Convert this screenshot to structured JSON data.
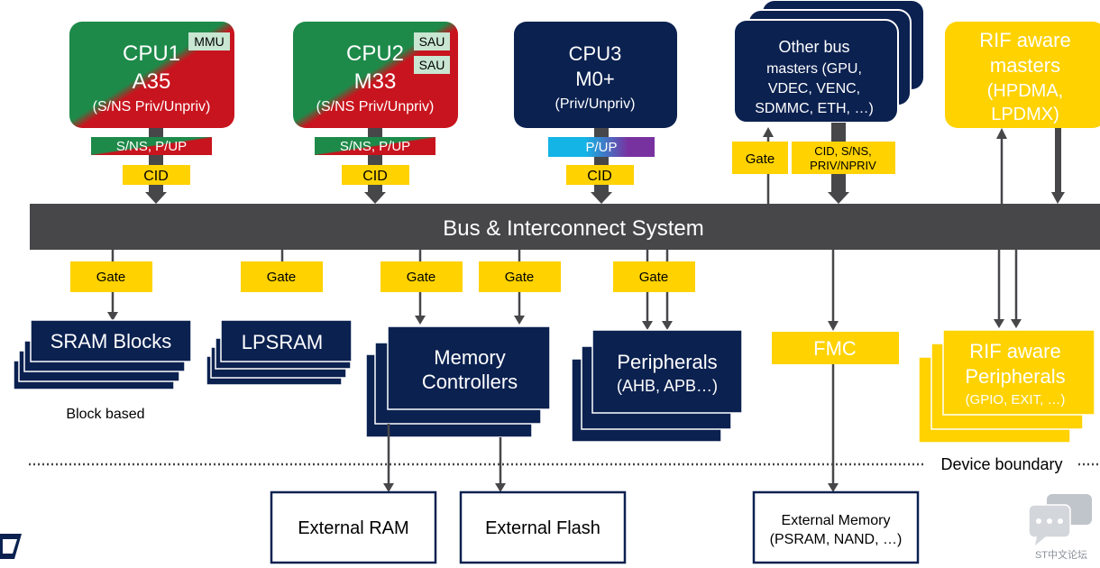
{
  "cpus": [
    {
      "name": "CPU1",
      "core": "A35",
      "modes": "(S/NS Priv/Unpriv)",
      "tags": [
        "MMU"
      ],
      "attr_bar": "S/NS, P/UP",
      "cid": "CID"
    },
    {
      "name": "CPU2",
      "core": "M33",
      "modes": "(S/NS Priv/Unpriv)",
      "tags": [
        "SAU",
        "SAU"
      ],
      "attr_bar": "S/NS, P/UP",
      "cid": "CID"
    },
    {
      "name": "CPU3",
      "core": "M0+",
      "modes": "(Priv/Unpriv)",
      "attr_bar": "P/UP",
      "cid": "CID"
    }
  ],
  "other_masters": {
    "lines": [
      "Other bus",
      "masters (GPU,",
      "VDEC, VENC,",
      "SDMMC, ETH, …)"
    ],
    "gate": "Gate",
    "attr_lines": [
      "CID, S/NS,",
      "PRIV/NPRIV"
    ]
  },
  "rif_masters": {
    "lines": [
      "RIF aware",
      "masters",
      "(HPDMA,",
      "LPDMX)"
    ]
  },
  "bus": {
    "label": "Bus & Interconnect System"
  },
  "gate_label": "Gate",
  "targets": {
    "sram": {
      "label": "SRAM Blocks",
      "note": "Block based"
    },
    "lpsram": {
      "label": "LPSRAM"
    },
    "memctrl": {
      "lines": [
        "Memory",
        "Controllers"
      ]
    },
    "periph": {
      "lines": [
        "Peripherals",
        "(AHB, APB…)"
      ]
    },
    "fmc": {
      "label": "FMC"
    },
    "rif_periph": {
      "lines": [
        "RIF aware",
        "Peripherals",
        "(GPIO, EXIT, …)"
      ]
    }
  },
  "boundary": {
    "label": "Device boundary"
  },
  "external": {
    "ram": "External RAM",
    "flash": "External Flash",
    "memory": [
      "External Memory",
      "(PSRAM, NAND,  …)"
    ]
  },
  "watermark": {
    "caption": "ST中文论坛"
  },
  "colors": {
    "navy": "#0b2150",
    "bus": "#47474a",
    "yellow": "#ffd200",
    "green": "#1e8a4a",
    "red": "#c8141e",
    "cyan": "#14b4e6",
    "purple": "#7832a0",
    "tag_bg": "#c8e6d2"
  }
}
